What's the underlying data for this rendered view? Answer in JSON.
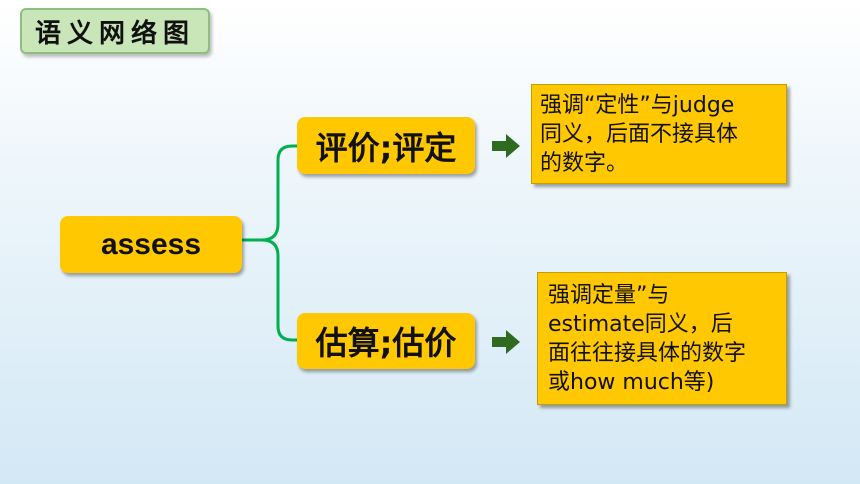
{
  "title": "语义网络图",
  "root": "assess",
  "branches": [
    {
      "label": "评价;评定",
      "note_lines": [
        "强调“定性”与judge",
        "同义，后面不接具体",
        "的数字。"
      ]
    },
    {
      "label": "估算;估价",
      "note_lines": [
        "强调定量”与",
        "estimate同义，后",
        "面往往接具体的数字",
        "或how much等)"
      ]
    }
  ],
  "colors": {
    "node_fill": "#ffc800",
    "connector": "#00b050",
    "arrow": "#2e6b1f",
    "title_fill": "#c8e6b8"
  }
}
